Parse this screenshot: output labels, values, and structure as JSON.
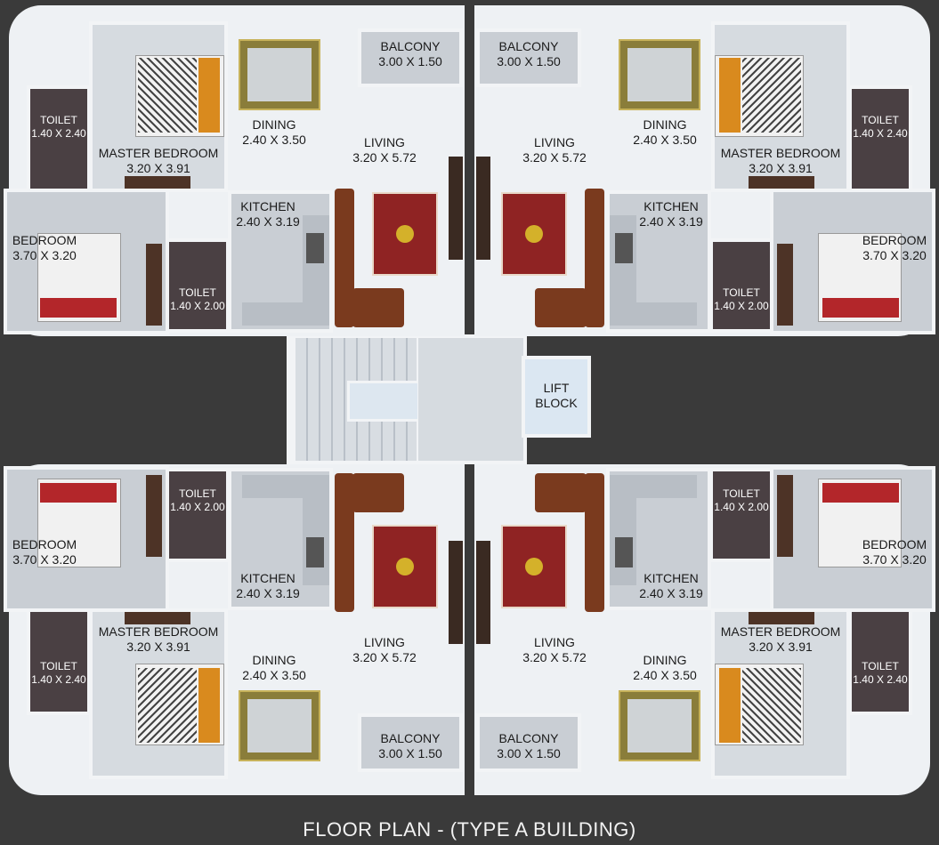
{
  "title": "FLOOR PLAN - (TYPE A BUILDING)",
  "core": {
    "lift": [
      "LIFT",
      "BLOCK"
    ]
  },
  "units": [
    {
      "id": "top-left",
      "balcony": [
        "BALCONY",
        "3.00 X 1.50"
      ],
      "dining": [
        "DINING",
        "2.40 X 3.50"
      ],
      "living": [
        "LIVING",
        "3.20 X 5.72"
      ],
      "kitchen": [
        "KITCHEN",
        "2.40 X 3.19"
      ],
      "master_bedroom": [
        "MASTER BEDROOM",
        "3.20 X 3.91"
      ],
      "master_toilet": [
        "TOILET",
        "1.40 X 2.40"
      ],
      "bedroom": [
        "BEDROOM",
        "3.70 X 3.20"
      ],
      "toilet": [
        "TOILET",
        "1.40 X 2.00"
      ]
    },
    {
      "id": "top-right",
      "balcony": [
        "BALCONY",
        "3.00 X 1.50"
      ],
      "dining": [
        "DINING",
        "2.40 X 3.50"
      ],
      "living": [
        "LIVING",
        "3.20 X 5.72"
      ],
      "kitchen": [
        "KITCHEN",
        "2.40 X 3.19"
      ],
      "master_bedroom": [
        "MASTER BEDROOM",
        "3.20 X 3.91"
      ],
      "master_toilet": [
        "TOILET",
        "1.40 X 2.40"
      ],
      "bedroom": [
        "BEDROOM",
        "3.70 X 3.20"
      ],
      "toilet": [
        "TOILET",
        "1.40 X 2.00"
      ]
    },
    {
      "id": "bottom-left",
      "balcony": [
        "BALCONY",
        "3.00 X 1.50"
      ],
      "dining": [
        "DINING",
        "2.40 X 3.50"
      ],
      "living": [
        "LIVING",
        "3.20 X 5.72"
      ],
      "kitchen": [
        "KITCHEN",
        "2.40 X 3.19"
      ],
      "master_bedroom": [
        "MASTER BEDROOM",
        "3.20 X 3.91"
      ],
      "master_toilet": [
        "TOILET",
        "1.40 X 2.40"
      ],
      "bedroom": [
        "BEDROOM",
        "3.70 X 3.20"
      ],
      "toilet": [
        "TOILET",
        "1.40 X 2.00"
      ]
    },
    {
      "id": "bottom-right",
      "balcony": [
        "BALCONY",
        "3.00 X 1.50"
      ],
      "dining": [
        "DINING",
        "2.40 X 3.50"
      ],
      "living": [
        "LIVING",
        "3.20 X 5.72"
      ],
      "kitchen": [
        "KITCHEN",
        "2.40 X 3.19"
      ],
      "master_bedroom": [
        "MASTER BEDROOM",
        "3.20 X 3.91"
      ],
      "master_toilet": [
        "TOILET",
        "1.40 X 2.40"
      ],
      "bedroom": [
        "BEDROOM",
        "3.70 X 3.20"
      ],
      "toilet": [
        "TOILET",
        "1.40 X 2.00"
      ]
    }
  ]
}
